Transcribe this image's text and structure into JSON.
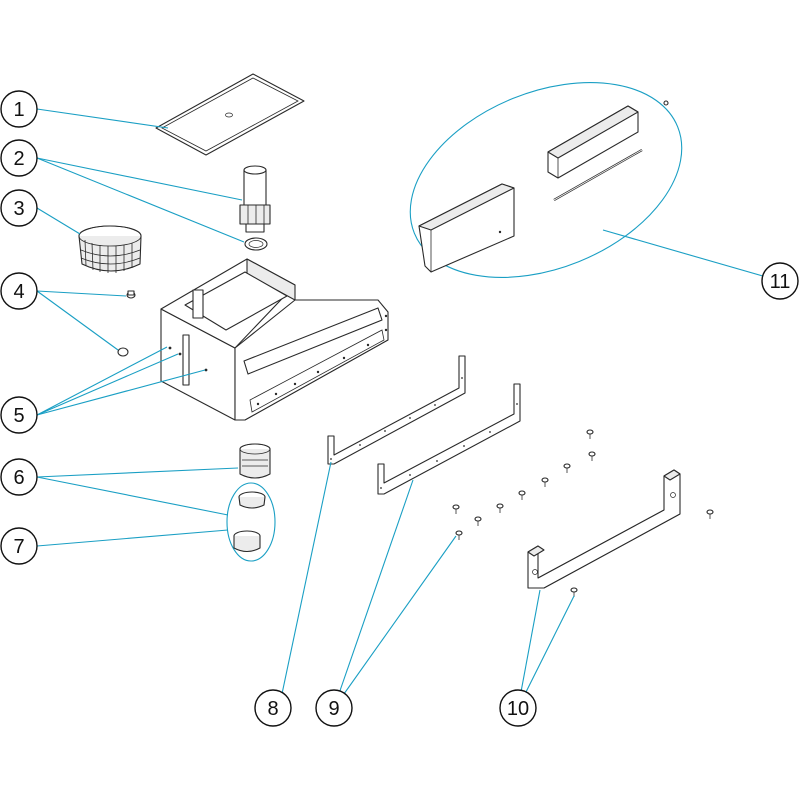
{
  "callouts": [
    {
      "id": "1",
      "label": "1"
    },
    {
      "id": "2",
      "label": "2"
    },
    {
      "id": "3",
      "label": "3"
    },
    {
      "id": "4",
      "label": "4"
    },
    {
      "id": "5",
      "label": "5"
    },
    {
      "id": "6",
      "label": "6"
    },
    {
      "id": "7",
      "label": "7"
    },
    {
      "id": "8",
      "label": "8"
    },
    {
      "id": "9",
      "label": "9"
    },
    {
      "id": "10",
      "label": "10"
    },
    {
      "id": "11",
      "label": "11"
    }
  ],
  "colors": {
    "leader": "#1a9fc4",
    "outline": "#2a2a2a",
    "background": "#ffffff"
  }
}
